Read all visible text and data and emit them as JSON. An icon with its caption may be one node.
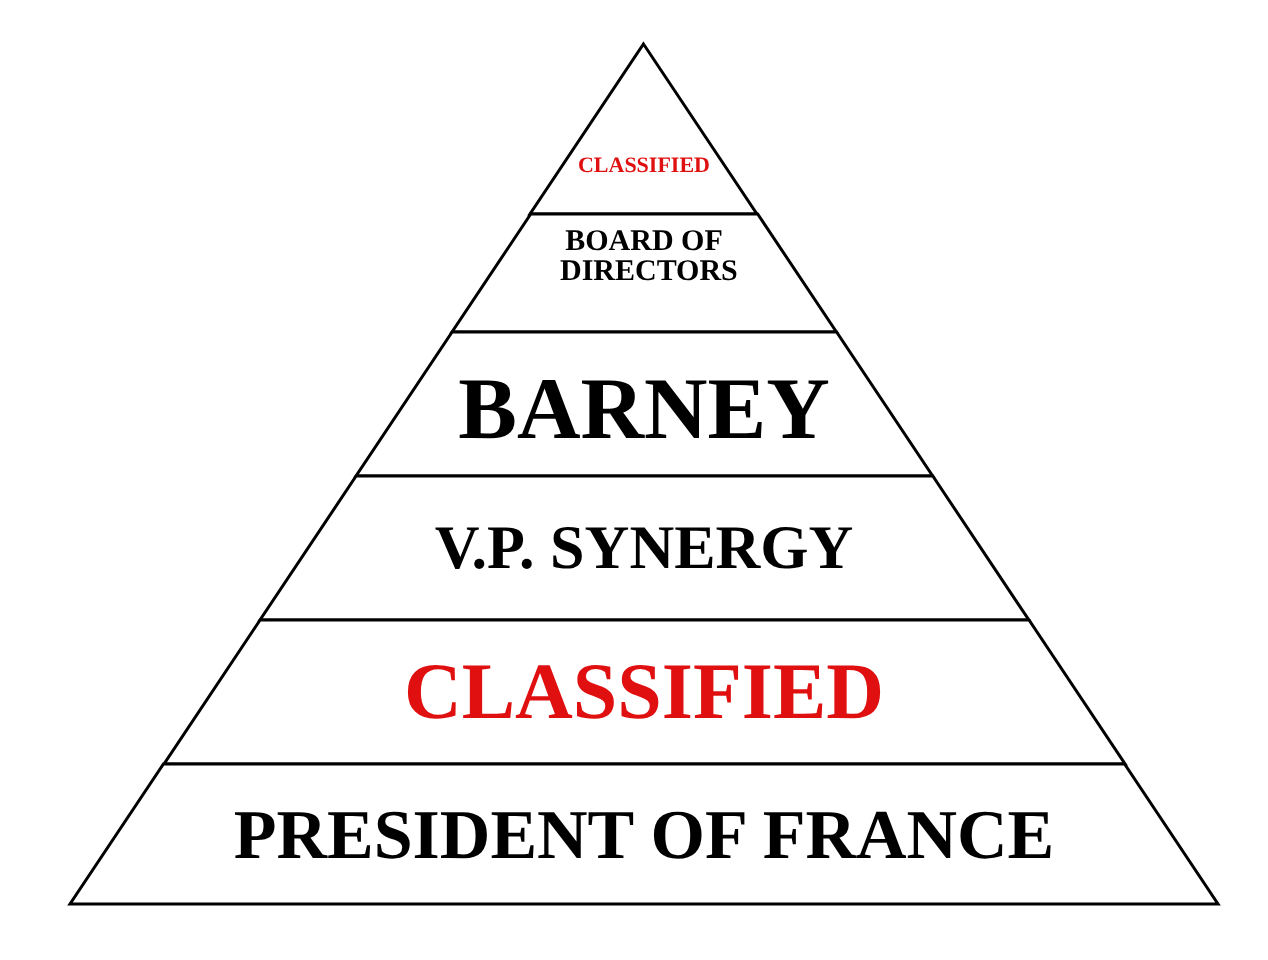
{
  "diagram": {
    "nodes": [
      {
        "text": [
          "CLASSIFIED"
        ]
      },
      {
        "text": [
          "BOARD OF DIRECTORS"
        ]
      },
      {
        "text": [
          "BARNEY"
        ]
      },
      {
        "text": [
          "V.P. SYNERGY"
        ]
      },
      {
        "text": [
          "CLASSIFIED"
        ]
      },
      {
        "text": [
          "PRESIDENT OF FRANCE"
        ]
      }
    ]
  }
}
